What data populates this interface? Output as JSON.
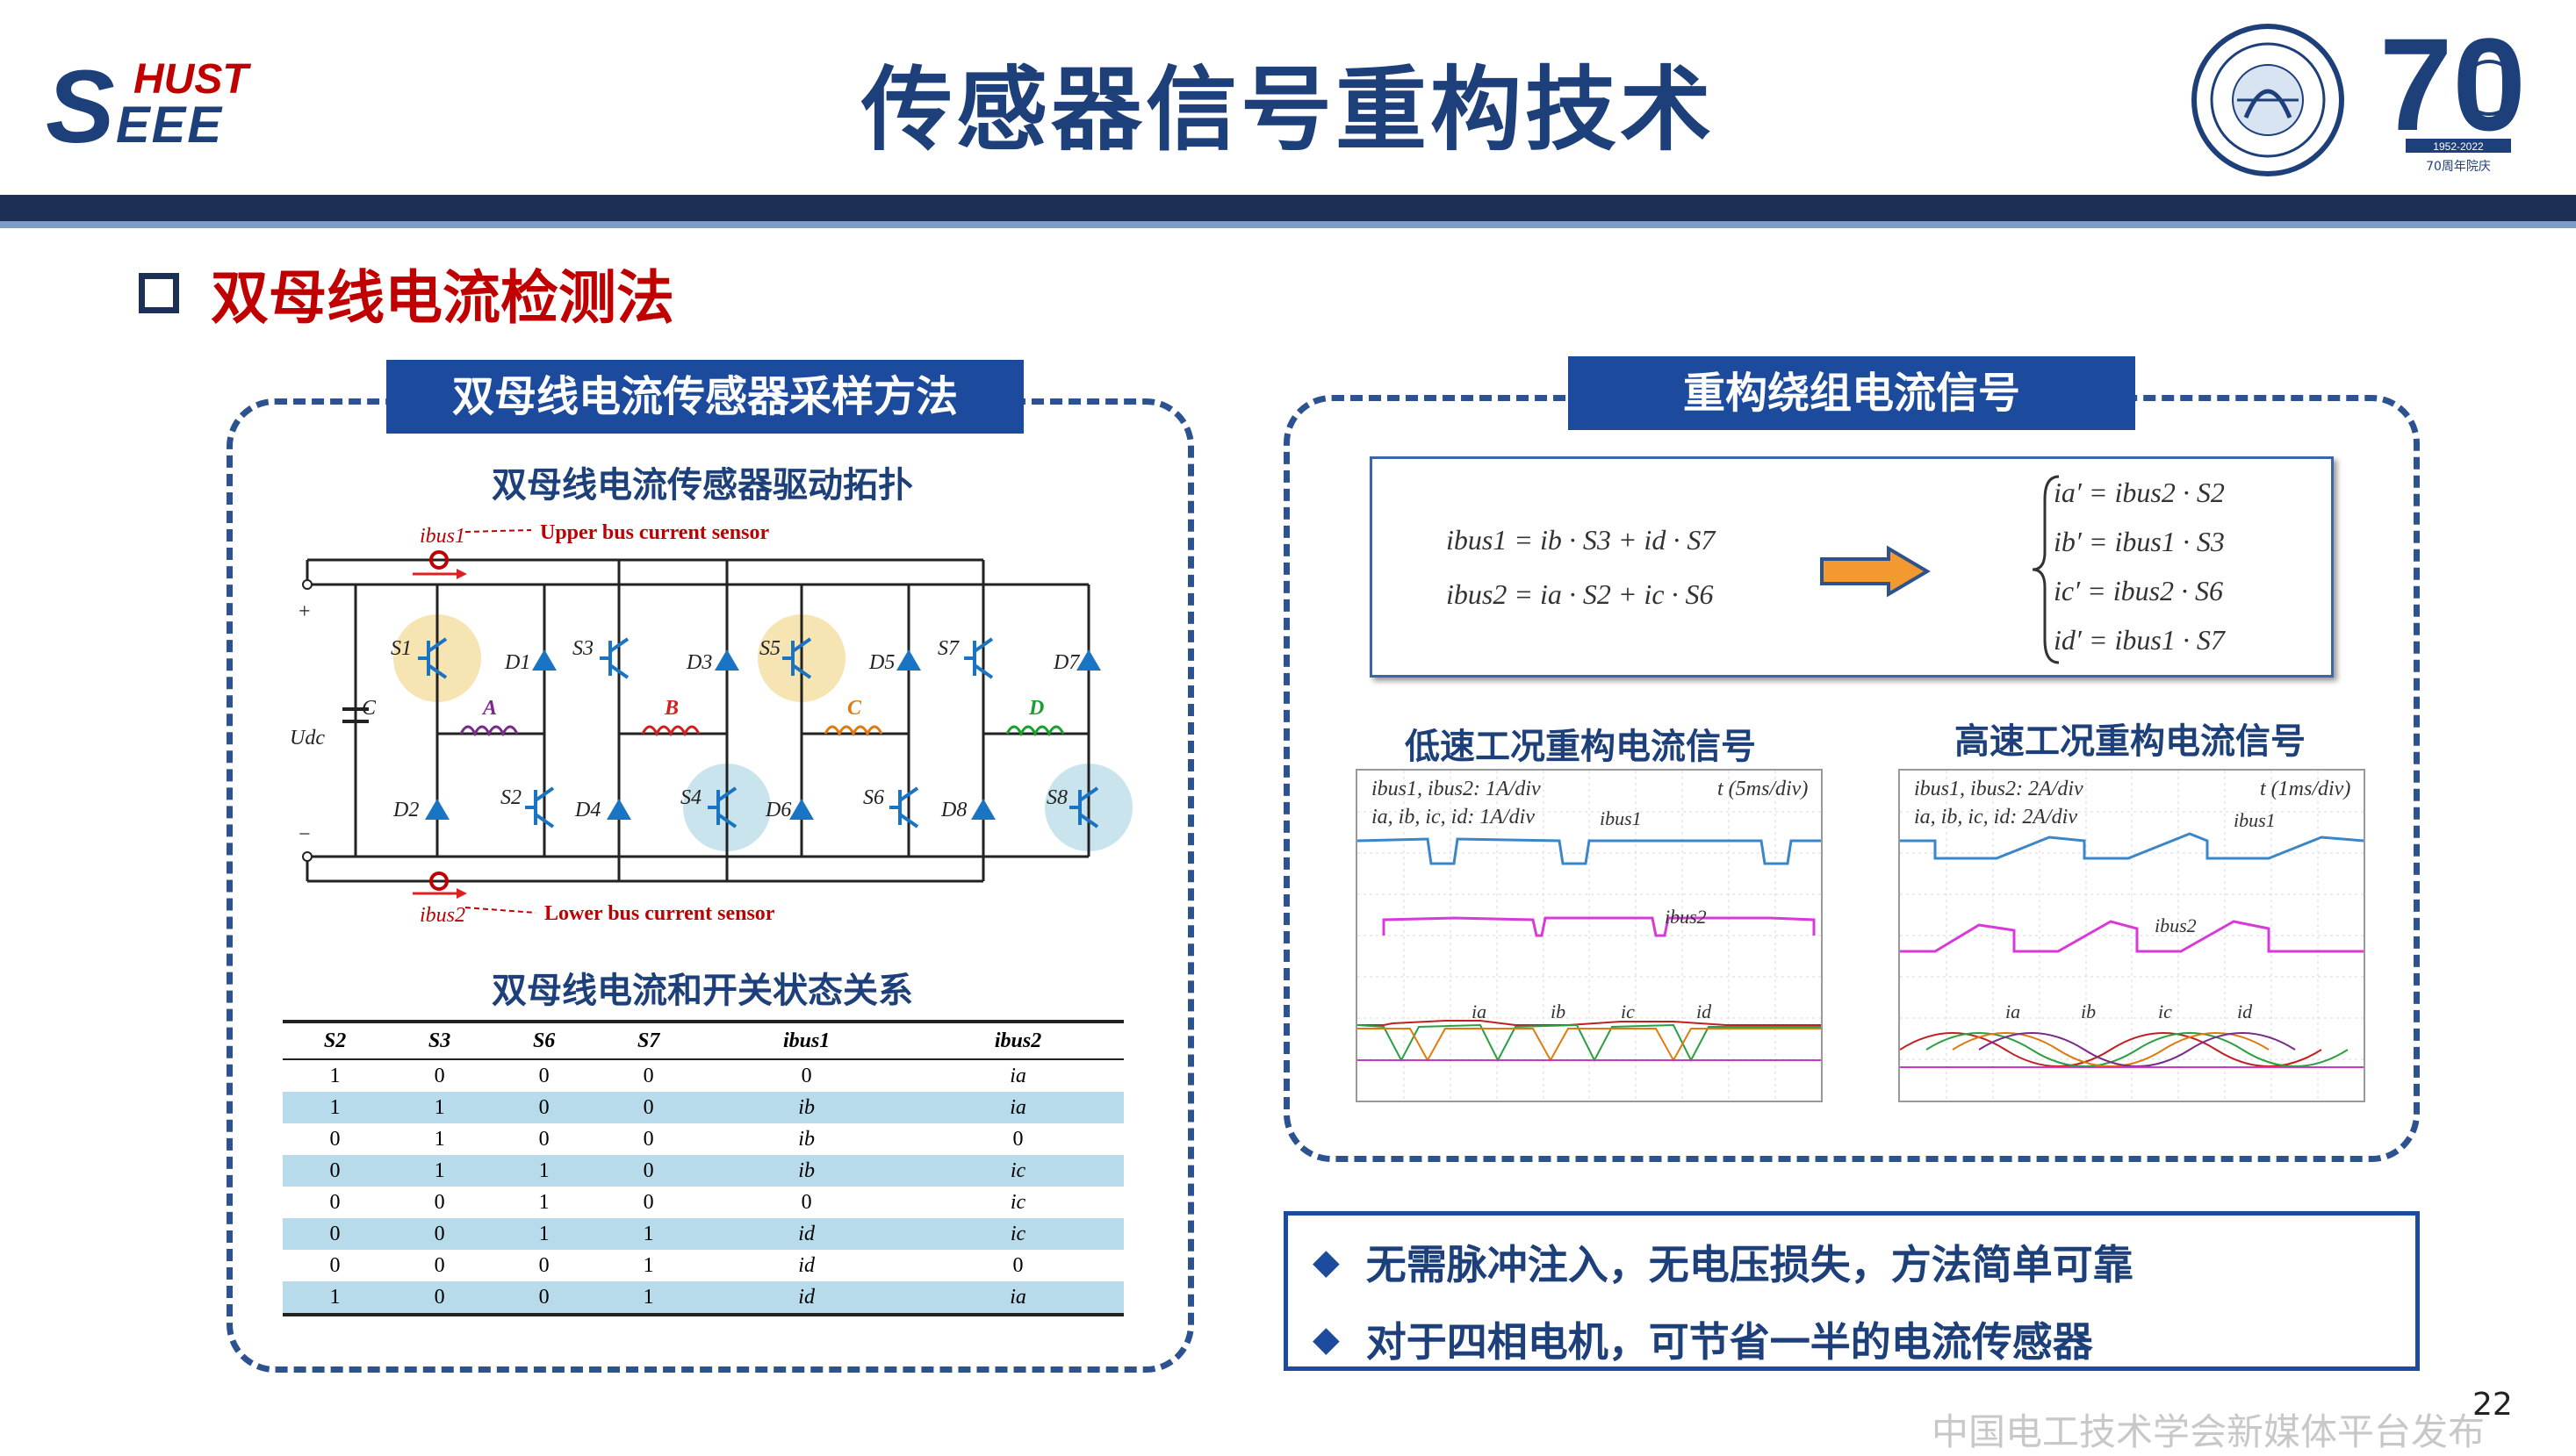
{
  "header": {
    "logo_left_top": "HUST",
    "logo_left_bottom": "SEEE",
    "title": "传感器信号重构技术",
    "badge_years": "1952-2022",
    "badge_sub1": "70周年院庆",
    "badge_seventy": "70"
  },
  "section_title": "双母线电流检测法",
  "left_panel": {
    "tab": "双母线电流传感器采样方法",
    "topology_title": "双母线电流传感器驱动拓扑",
    "upper_label": "Upper bus current sensor",
    "lower_label": "Lower bus current sensor",
    "ibus1": "ibus1",
    "ibus2": "ibus2",
    "udc": "Udc",
    "cap": "C",
    "plus": "+",
    "minus": "−",
    "phases": [
      "A",
      "B",
      "C",
      "D"
    ],
    "upper_switches": [
      "S1",
      "S3",
      "S5",
      "S7"
    ],
    "lower_switches": [
      "S2",
      "S4",
      "S6",
      "S8"
    ],
    "upper_diodes": [
      "D1",
      "D3",
      "D5",
      "D7"
    ],
    "lower_diodes": [
      "D2",
      "D4",
      "D6",
      "D8"
    ],
    "table_title": "双母线电流和开关状态关系",
    "table_headers": [
      "S2",
      "S3",
      "S6",
      "S7",
      "ibus1",
      "ibus2"
    ],
    "table_rows": [
      [
        "1",
        "0",
        "0",
        "0",
        "0",
        "ia"
      ],
      [
        "1",
        "1",
        "0",
        "0",
        "ib",
        "ia"
      ],
      [
        "0",
        "1",
        "0",
        "0",
        "ib",
        "0"
      ],
      [
        "0",
        "1",
        "1",
        "0",
        "ib",
        "ic"
      ],
      [
        "0",
        "0",
        "1",
        "0",
        "0",
        "ic"
      ],
      [
        "0",
        "0",
        "1",
        "1",
        "id",
        "ic"
      ],
      [
        "0",
        "0",
        "0",
        "1",
        "id",
        "0"
      ],
      [
        "1",
        "0",
        "0",
        "1",
        "id",
        "ia"
      ]
    ]
  },
  "right_panel": {
    "tab": "重构绕组电流信号",
    "eq_left": [
      "ibus1 = ib · S3 + id · S7",
      "ibus2 = ia · S2 + ic · S6"
    ],
    "eq_right": [
      "ia′ = ibus2 · S2",
      "ib′ = ibus1 · S3",
      "ic′ = ibus2 · S6",
      "id′ = ibus1 · S7"
    ],
    "low_title": "低速工况重构电流信号",
    "high_title": "高速工况重构电流信号",
    "low_scope": {
      "l1": "ibus1, ibus2: 1A/div",
      "l2": "ia, ib, ic, id: 1A/div",
      "time": "t (5ms/div)",
      "bus1": "ibus1",
      "bus2": "ibus2",
      "ph": [
        "ia",
        "ib",
        "ic",
        "id"
      ]
    },
    "high_scope": {
      "l1": "ibus1, ibus2: 2A/div",
      "l2": "ia, ib, ic, id: 2A/div",
      "time": "t (1ms/div)",
      "bus1": "ibus1",
      "bus2": "ibus2",
      "ph": [
        "ia",
        "ib",
        "ic",
        "id"
      ]
    }
  },
  "bullets": [
    "无需脉冲注入，无电压损失，方法简单可靠",
    "对于四相电机，可节省一半的电流传感器"
  ],
  "page_number": "22",
  "watermark": "中国电工技术学会新媒体平台发布",
  "colors": {
    "navy": "#1c2f55",
    "blue": "#1c4a9c",
    "red": "#c00000",
    "switch": "#1a74c4"
  }
}
